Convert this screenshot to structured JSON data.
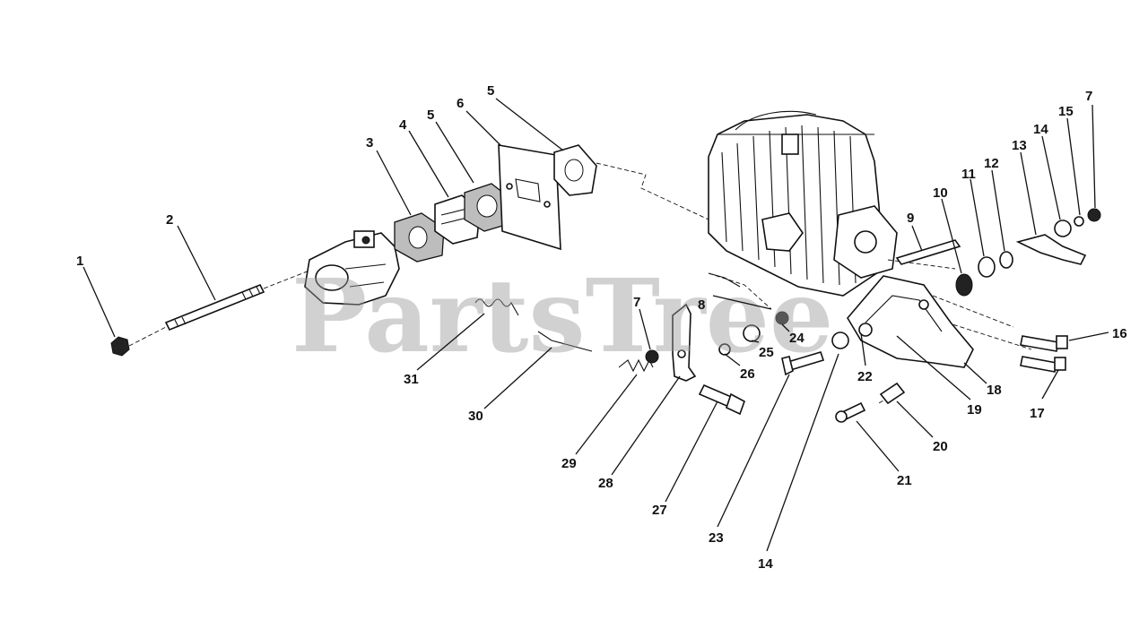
{
  "watermark": "PartsTree",
  "callouts": [
    {
      "id": "c1",
      "label": "1"
    },
    {
      "id": "c2",
      "label": "2"
    },
    {
      "id": "c3",
      "label": "3"
    },
    {
      "id": "c4",
      "label": "4"
    },
    {
      "id": "c5a",
      "label": "5"
    },
    {
      "id": "c6",
      "label": "6"
    },
    {
      "id": "c5b",
      "label": "5"
    },
    {
      "id": "c7a",
      "label": "7"
    },
    {
      "id": "c15",
      "label": "15"
    },
    {
      "id": "c14a",
      "label": "14"
    },
    {
      "id": "c13",
      "label": "13"
    },
    {
      "id": "c12",
      "label": "12"
    },
    {
      "id": "c11",
      "label": "11"
    },
    {
      "id": "c10",
      "label": "10"
    },
    {
      "id": "c9",
      "label": "9"
    },
    {
      "id": "c8",
      "label": "8"
    },
    {
      "id": "c7b",
      "label": "7"
    },
    {
      "id": "c24",
      "label": "24"
    },
    {
      "id": "c25",
      "label": "25"
    },
    {
      "id": "c26",
      "label": "26"
    },
    {
      "id": "c16",
      "label": "16"
    },
    {
      "id": "c17",
      "label": "17"
    },
    {
      "id": "c18",
      "label": "18"
    },
    {
      "id": "c19",
      "label": "19"
    },
    {
      "id": "c22",
      "label": "22"
    },
    {
      "id": "c20",
      "label": "20"
    },
    {
      "id": "c21",
      "label": "21"
    },
    {
      "id": "c31",
      "label": "31"
    },
    {
      "id": "c30",
      "label": "30"
    },
    {
      "id": "c29",
      "label": "29"
    },
    {
      "id": "c28",
      "label": "28"
    },
    {
      "id": "c27",
      "label": "27"
    },
    {
      "id": "c23",
      "label": "23"
    },
    {
      "id": "c14b",
      "label": "14"
    }
  ]
}
